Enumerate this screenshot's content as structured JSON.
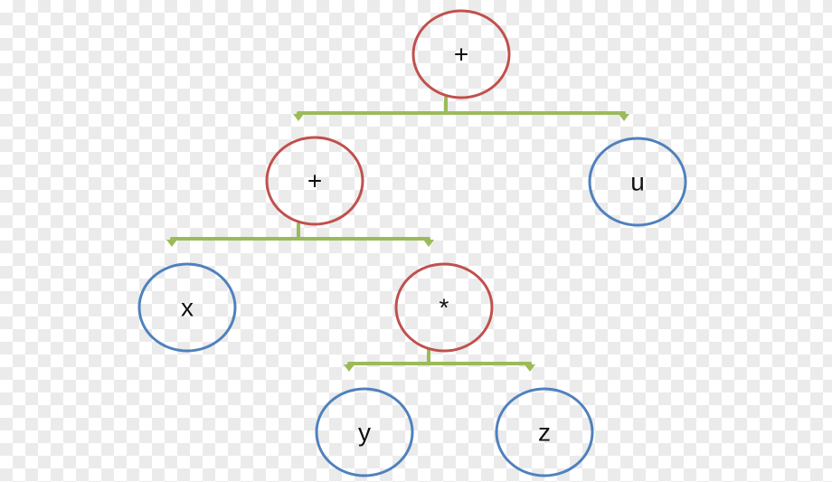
{
  "colors": {
    "operator_stroke": "#c0504d",
    "operand_stroke": "#4f81bd",
    "connector": "#9bbb59",
    "label": "#111111"
  },
  "nodes": {
    "root_plus": {
      "label": "+",
      "kind": "operator"
    },
    "inner_plus": {
      "label": "+",
      "kind": "operator"
    },
    "u": {
      "label": "u",
      "kind": "operand"
    },
    "x": {
      "label": "x",
      "kind": "operand"
    },
    "times": {
      "label": "*",
      "kind": "operator"
    },
    "y": {
      "label": "y",
      "kind": "operand"
    },
    "z": {
      "label": "z",
      "kind": "operand"
    }
  },
  "edges": [
    {
      "parent": "root_plus",
      "children": [
        "inner_plus",
        "u"
      ]
    },
    {
      "parent": "inner_plus",
      "children": [
        "x",
        "times"
      ]
    },
    {
      "parent": "times",
      "children": [
        "y",
        "z"
      ]
    }
  ]
}
